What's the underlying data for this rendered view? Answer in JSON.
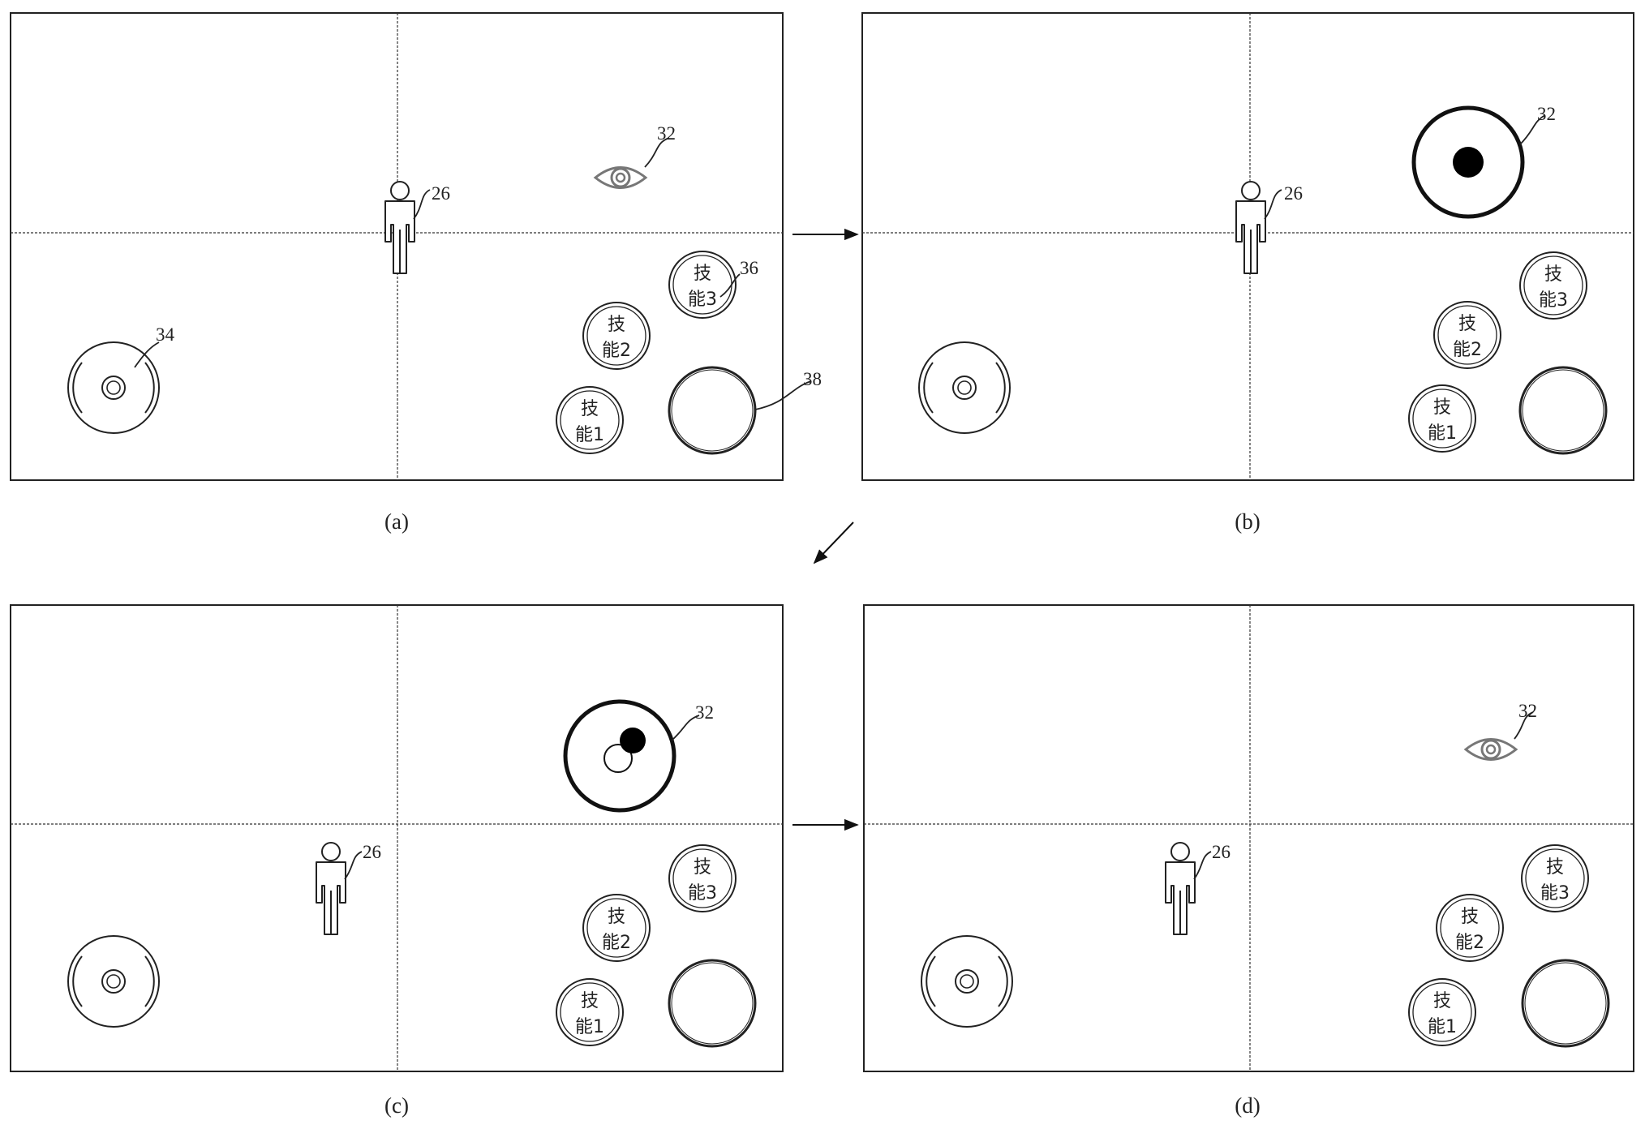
{
  "labels": {
    "character": "26",
    "view_control": "32",
    "joystick": "34",
    "skill": "36",
    "attack": "38"
  },
  "skills": {
    "s1_top": "技",
    "s1_bottom": "能1",
    "s2_top": "技",
    "s2_bottom": "能2",
    "s3_top": "技",
    "s3_bottom": "能3"
  },
  "panels": [
    {
      "caption": "(a)"
    },
    {
      "caption": "(b)"
    },
    {
      "caption": "(c)"
    },
    {
      "caption": "(d)"
    }
  ]
}
